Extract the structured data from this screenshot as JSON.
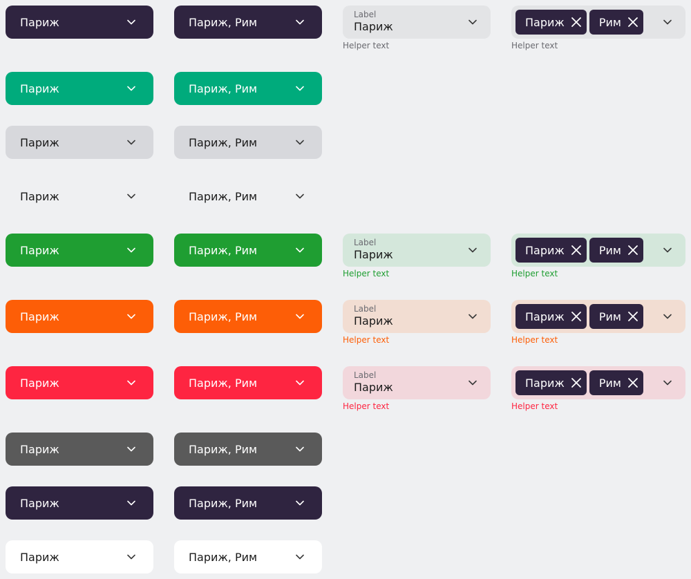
{
  "city_single": "Париж",
  "city_multi": "Париж, Рим",
  "label": "Label",
  "helper": "Helper text",
  "chips": [
    "Париж",
    "Рим"
  ],
  "rows": [
    {
      "variant": "primary",
      "bg": "#2f2440",
      "fg": "#ffffff"
    },
    {
      "variant": "accent",
      "bg": "#00ab7c",
      "fg": "#ffffff"
    },
    {
      "variant": "secondary",
      "bg": "#d7d8dc",
      "fg": "#1a1a1a"
    },
    {
      "variant": "clear",
      "bg": "transparent",
      "fg": "#1a1a1a"
    },
    {
      "variant": "success",
      "bg": "#1f9e32",
      "fg": "#ffffff"
    },
    {
      "variant": "warning",
      "bg": "#fd5e07",
      "fg": "#ffffff"
    },
    {
      "variant": "critical",
      "bg": "#fe2541",
      "fg": "#ffffff"
    },
    {
      "variant": "default-gray",
      "bg": "#5a5a5a",
      "fg": "#ffffff"
    },
    {
      "variant": "dark",
      "bg": "#2f2440",
      "fg": "#ffffff"
    },
    {
      "variant": "white",
      "bg": "#ffffff",
      "fg": "#1a1a1a"
    }
  ],
  "fields": [
    {
      "variant": "default",
      "bg": "#e3e4e6",
      "helper_color": "#6a6a70"
    },
    {
      "variant": "success",
      "bg": "#d4e7db",
      "helper_color": "#1f9e32"
    },
    {
      "variant": "warning",
      "bg": "#f2ddd2",
      "helper_color": "#fd5e07"
    },
    {
      "variant": "critical",
      "bg": "#f2d7dc",
      "helper_color": "#fe2541"
    }
  ]
}
